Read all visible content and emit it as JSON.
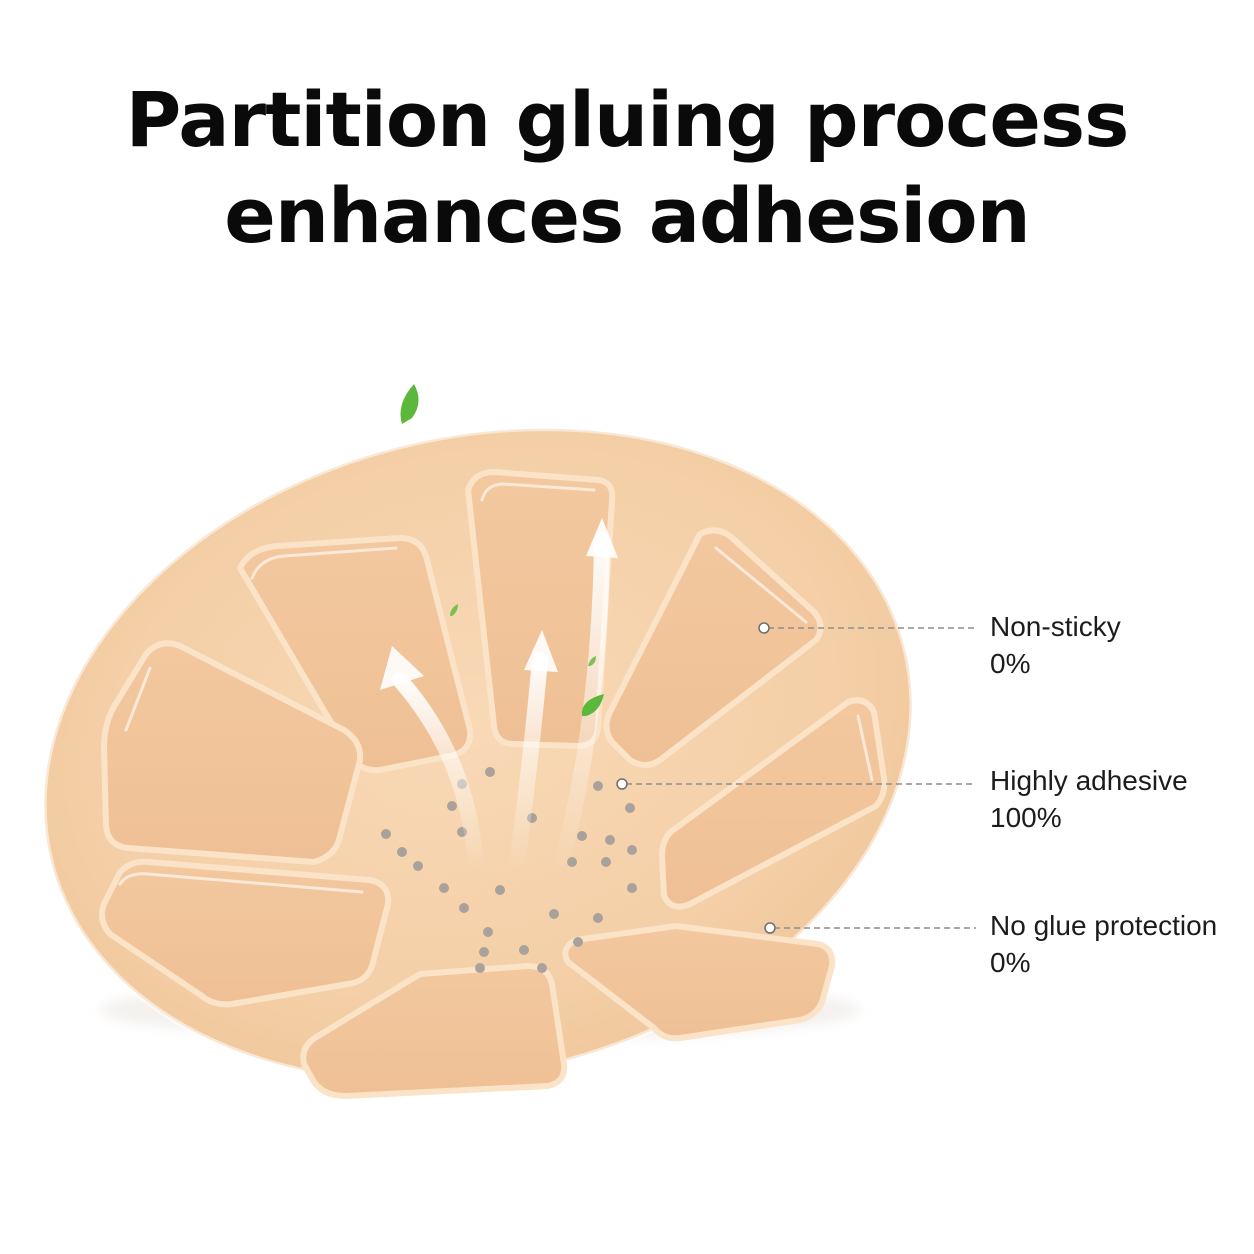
{
  "title": {
    "line1": "Partition gluing process",
    "line2": "enhances adhesion"
  },
  "callouts": [
    {
      "label": "Non-sticky",
      "value": "0%"
    },
    {
      "label": "Highly adhesive",
      "value": "100%"
    },
    {
      "label": "No glue protection",
      "value": "0%"
    }
  ],
  "colors": {
    "pad_base": "#f6d2ac",
    "pad_petal": "#f1c69c",
    "leaf": "#5cb83a",
    "text": "#0a0a0a",
    "callout_line": "#9a9a9a"
  },
  "icons": [
    "leaf-icon",
    "airflow-arrow-icon"
  ]
}
